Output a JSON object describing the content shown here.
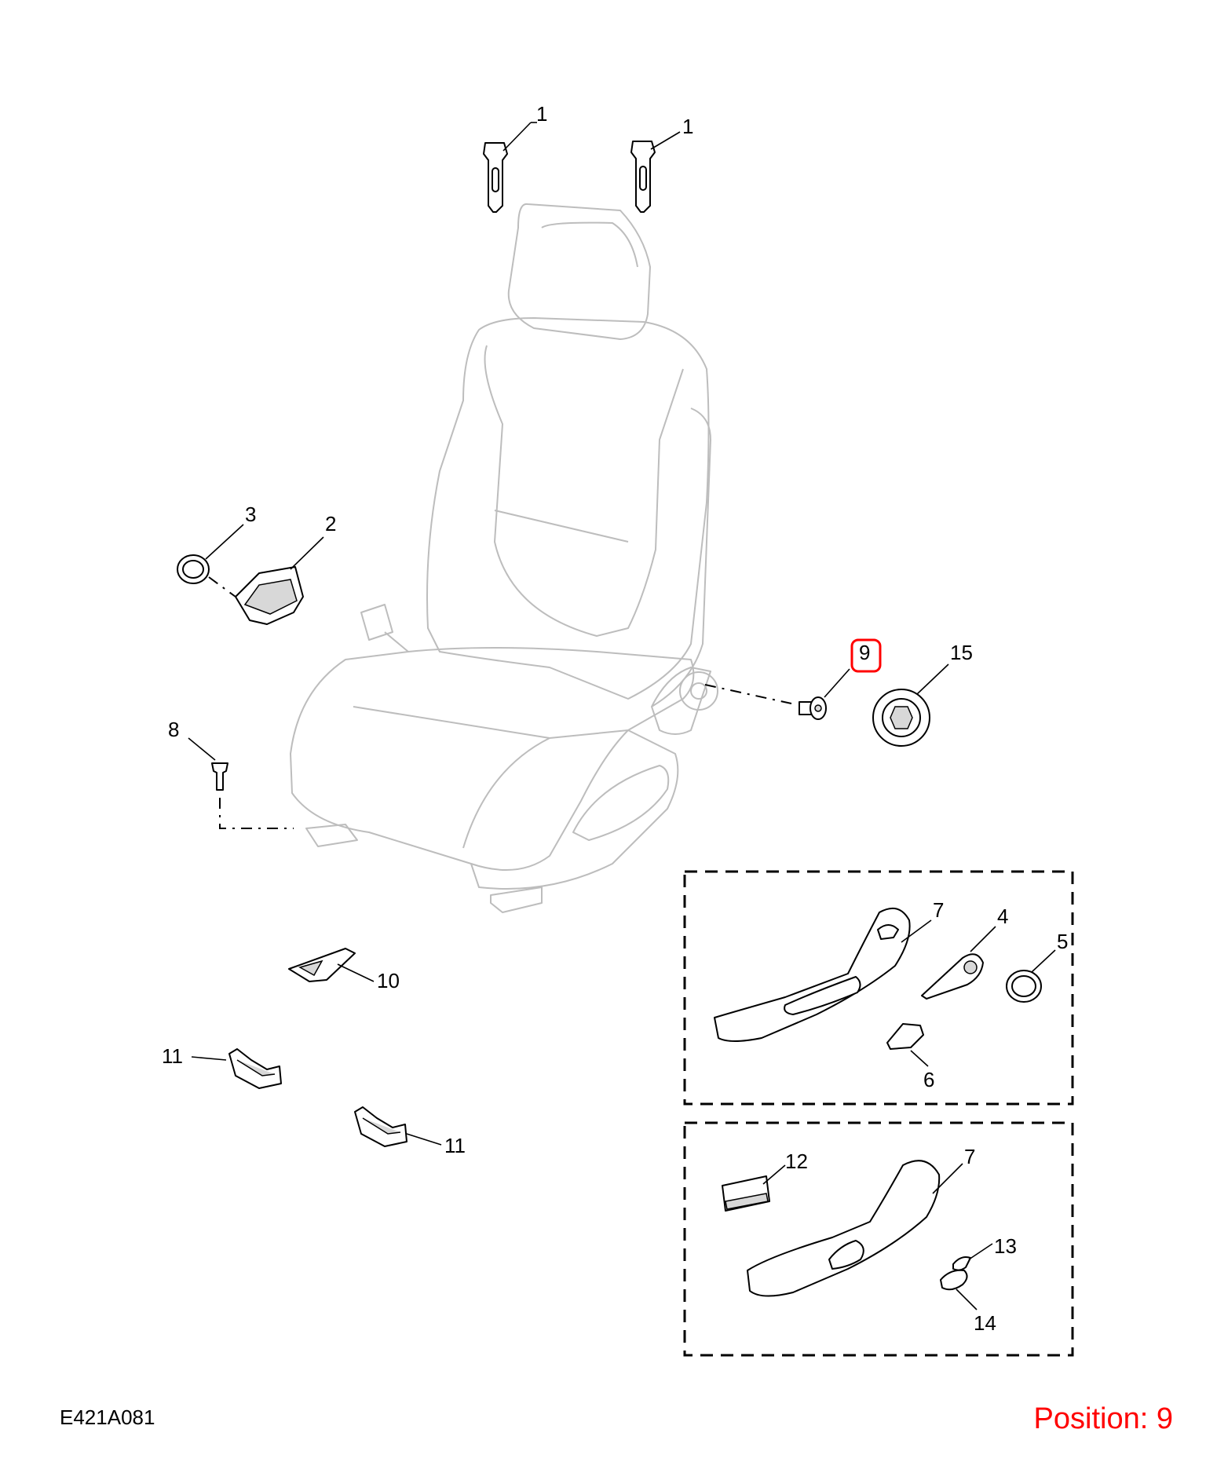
{
  "diagram_code": "E421A081",
  "position_label": "Position: 9",
  "highlight_color": "#ff0000",
  "callouts": {
    "c1a": "1",
    "c1b": "1",
    "c2": "2",
    "c3": "3",
    "c4": "4",
    "c5": "5",
    "c6": "6",
    "c7a": "7",
    "c7b": "7",
    "c8": "8",
    "c9": "9",
    "c10": "10",
    "c11a": "11",
    "c11b": "11",
    "c12": "12",
    "c13": "13",
    "c14": "14",
    "c15": "15"
  },
  "highlighted_callout": "9"
}
